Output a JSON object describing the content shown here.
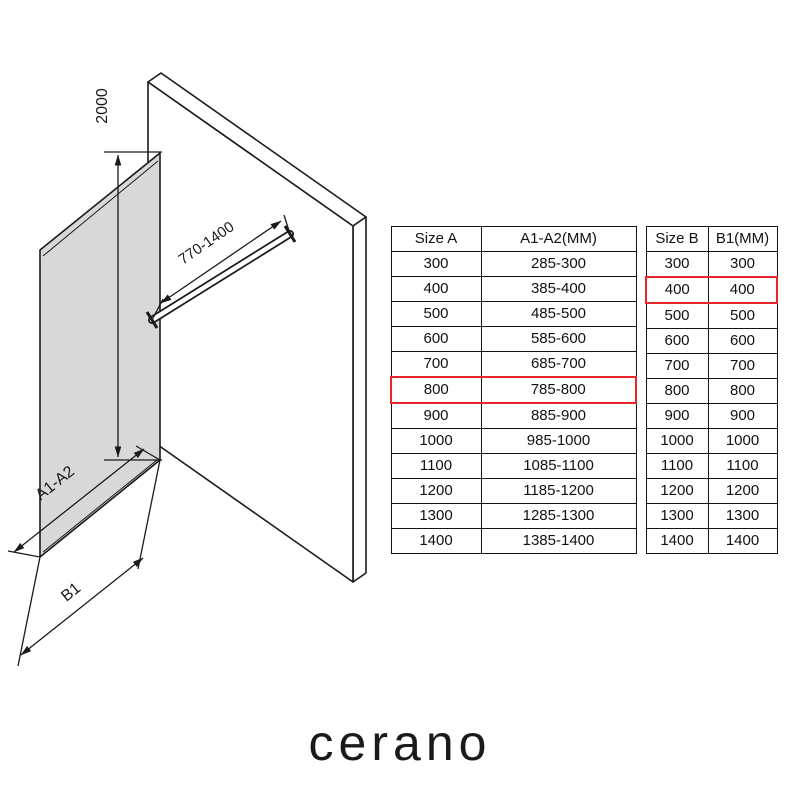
{
  "brand": {
    "name": "cerano"
  },
  "highlight_color": "#e8252a",
  "diagram": {
    "colors": {
      "glass": "#d8d8d8",
      "line": "#1a1a1a"
    },
    "labels": {
      "height": "2000",
      "bar_range": "770-1400",
      "width_a": "A1-A2",
      "width_b": "B1"
    }
  },
  "tables": {
    "size_a": {
      "headers": [
        "Size A",
        "A1-A2(MM)"
      ],
      "rows": [
        [
          "300",
          "285-300"
        ],
        [
          "400",
          "385-400"
        ],
        [
          "500",
          "485-500"
        ],
        [
          "600",
          "585-600"
        ],
        [
          "700",
          "685-700"
        ],
        [
          "800",
          "785-800"
        ],
        [
          "900",
          "885-900"
        ],
        [
          "1000",
          "985-1000"
        ],
        [
          "1100",
          "1085-1100"
        ],
        [
          "1200",
          "1185-1200"
        ],
        [
          "1300",
          "1285-1300"
        ],
        [
          "1400",
          "1385-1400"
        ]
      ],
      "highlight_row": 5
    },
    "size_b": {
      "headers": [
        "Size B",
        "B1(MM)"
      ],
      "rows": [
        [
          "300",
          "300"
        ],
        [
          "400",
          "400"
        ],
        [
          "500",
          "500"
        ],
        [
          "600",
          "600"
        ],
        [
          "700",
          "700"
        ],
        [
          "800",
          "800"
        ],
        [
          "900",
          "900"
        ],
        [
          "1000",
          "1000"
        ],
        [
          "1100",
          "1100"
        ],
        [
          "1200",
          "1200"
        ],
        [
          "1300",
          "1300"
        ],
        [
          "1400",
          "1400"
        ]
      ],
      "highlight_row": 1
    }
  }
}
